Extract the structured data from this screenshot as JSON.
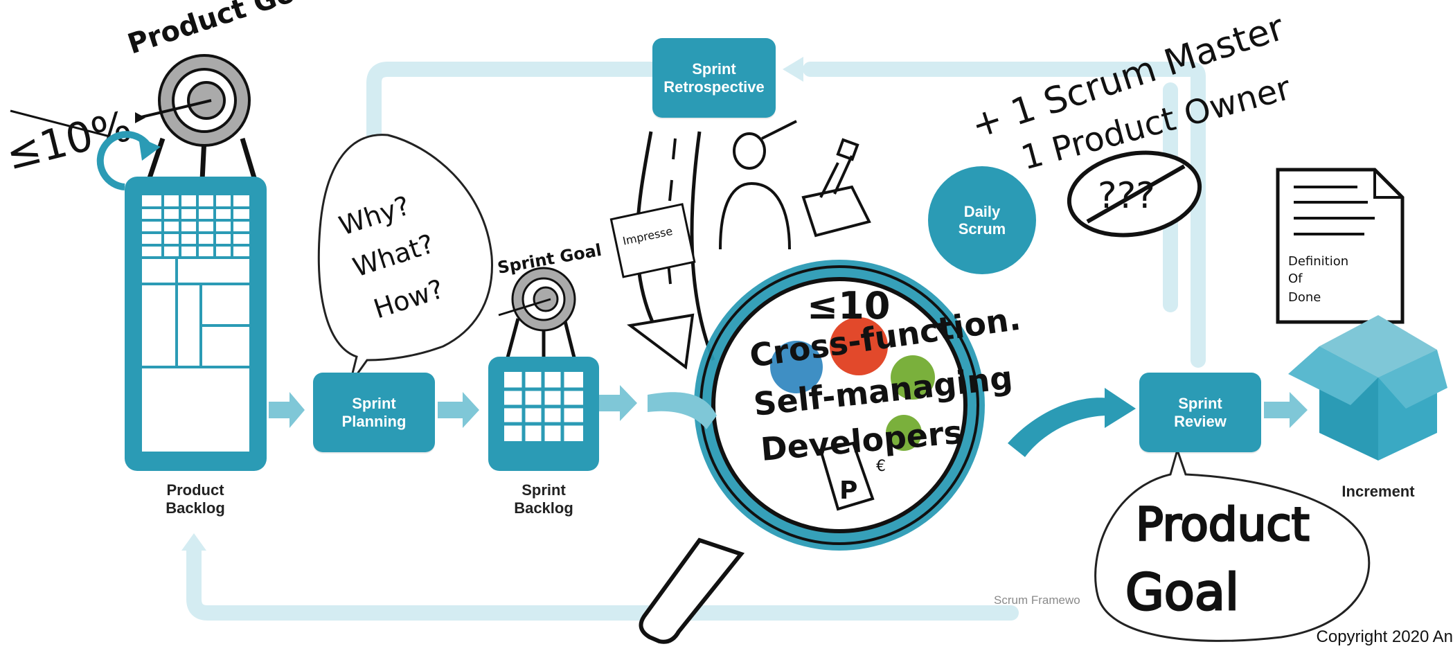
{
  "boxes": {
    "sprint_retrospective": "Sprint\nRetrospective",
    "sprint_planning": "Sprint\nPlanning",
    "sprint_review": "Sprint\nReview",
    "daily_scrum": "Daily\nScrum"
  },
  "labels": {
    "product_backlog": "Product\nBacklog",
    "sprint_backlog": "Sprint\nBacklog",
    "increment": "Increment"
  },
  "sketch": {
    "product_goal_top": "Product Goal",
    "less_ten_percent": "≤10%",
    "why": "Why?",
    "what": "What?",
    "how": "How?",
    "sprint_goal": "Sprint Goal",
    "impressum": "Impresse",
    "scrum_master": "+ 1 Scrum Master",
    "product_owner": "1 Product Owner",
    "question_marks": "???",
    "le_ten": "≤10",
    "cross_function": "Cross-function.",
    "self_managing": "Self-managing",
    "developers": "Developers",
    "p_box": "P",
    "euro": "€",
    "definition_of_done_1": "Definition",
    "definition_of_done_2": "Of",
    "definition_of_done_3": "Done",
    "product_goal_bubble_1": "Product",
    "product_goal_bubble_2": "Goal"
  },
  "caption": "Scrum Framewo",
  "copyright": "Copyright 2020 An",
  "colors": {
    "teal": "#2b9bb5",
    "light_teal": "#d4ecf2",
    "red": "#e2492b",
    "green": "#7ab03c",
    "blue": "#3f8fc4"
  },
  "icons": [
    "target-icon",
    "magnifier-icon",
    "toolbox-icon",
    "person-icon",
    "document-icon",
    "increment-box-icon",
    "road-icon"
  ]
}
